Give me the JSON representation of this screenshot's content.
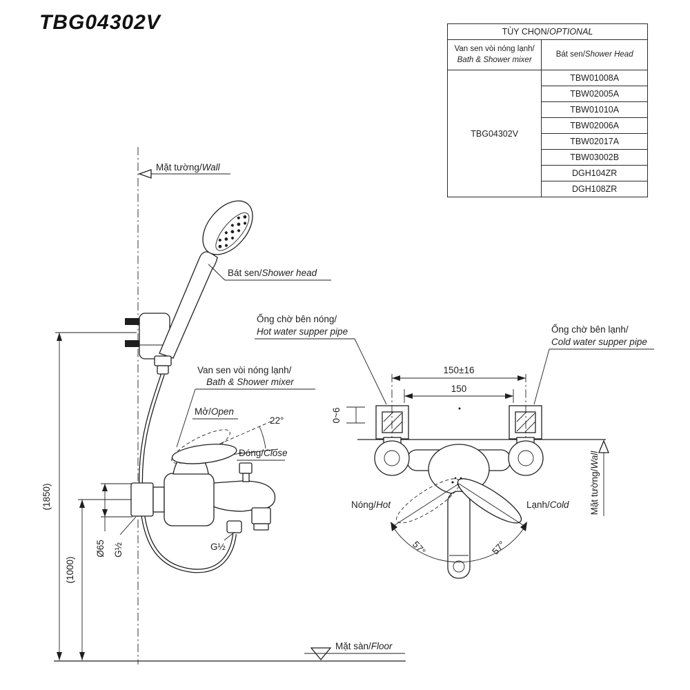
{
  "page": {
    "title": "TBG04302V"
  },
  "colors": {
    "line": "#1f1f1f",
    "background": "#ffffff"
  },
  "table": {
    "title_vi": "TÙY CHỌN/",
    "title_en": "OPTIONAL",
    "col1_line1": "Van sen vòi nóng lạnh/",
    "col1_line2": "Bath & Shower mixer",
    "col2_vi": "Bát sen/",
    "col2_en": "Shower Head",
    "model": "TBG04302V",
    "shower_heads": [
      "TBW01008A",
      "TBW02005A",
      "TBW01010A",
      "TBW02006A",
      "TBW02017A",
      "TBW03002B",
      "DGH104ZR",
      "DGH108ZR"
    ]
  },
  "side_view": {
    "wall_vi": "Mặt tường/",
    "wall_en": "Wall",
    "shower_vi": "Bát sen/",
    "shower_en": "Shower head",
    "mixer_line1": "Van sen vòi nóng lạnh/",
    "mixer_line2": "Bath & Shower mixer",
    "open_vi": "Mở/",
    "open_en": "Open",
    "close_vi": "Đóng/",
    "close_en": "Close",
    "angle": "22°",
    "dim_height_total": "(1850)",
    "dim_height_mixer": "(1000)",
    "dim_flange": "Ø65",
    "dim_thread_wall": "G½",
    "dim_thread_spout": "G½",
    "floor_vi": "Mặt sàn/",
    "floor_en": "Floor"
  },
  "front_view": {
    "hot_pipe_line1": "Ống chờ bên nóng/",
    "hot_pipe_line2": "Hot water supper pipe",
    "cold_pipe_line1": "Ống chờ bên lạnh/",
    "cold_pipe_line2": "Cold water supper pipe",
    "dim_span_tol": "150±16",
    "dim_span": "150",
    "dim_protrusion": "0~6",
    "hot_vi": "Nóng/",
    "hot_en": "Hot",
    "cold_vi": "Lạnh/",
    "cold_en": "Cold",
    "angle_left": "57°",
    "angle_right": "57°",
    "wall_vi": "Mặt tường/",
    "wall_en": "Wall"
  }
}
